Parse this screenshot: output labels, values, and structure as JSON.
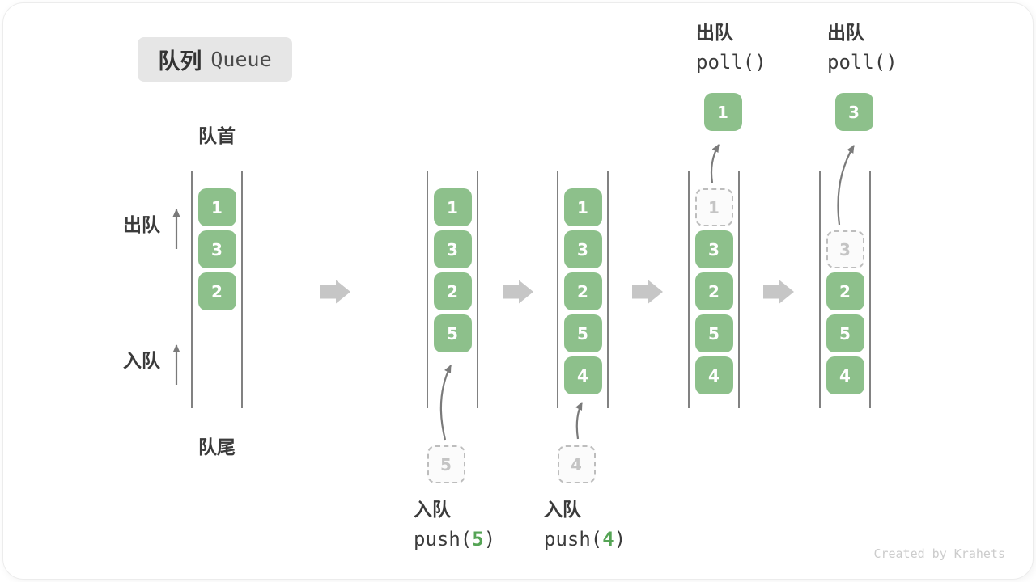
{
  "title": {
    "zh": "队列",
    "en": "Queue"
  },
  "side_labels": {
    "front": "队首",
    "rear": "队尾",
    "dequeue": "出队",
    "enqueue": "入队"
  },
  "watermark": "Created by Krahets",
  "colors": {
    "green": "#8dc08b",
    "arg_green": "#55a455",
    "block_arrow": "#c6c6c6",
    "thin_arrow": "#7a7a7a",
    "text_dark": "#3b3b3b",
    "dashed_border": "#bdbdbd",
    "dashed_text": "#c4c4c4"
  },
  "stages": [
    {
      "cells": [
        {
          "value": "1",
          "type": "filled"
        },
        {
          "value": "3",
          "type": "filled"
        },
        {
          "value": "2",
          "type": "filled"
        }
      ]
    },
    {
      "cells": [
        {
          "value": "1",
          "type": "filled"
        },
        {
          "value": "3",
          "type": "filled"
        },
        {
          "value": "2",
          "type": "filled"
        },
        {
          "value": "5",
          "type": "filled"
        }
      ],
      "pending": {
        "value": "5"
      },
      "op_bottom": {
        "label": "入队",
        "pre": "push(",
        "arg": "5",
        "post": ")"
      }
    },
    {
      "cells": [
        {
          "value": "1",
          "type": "filled"
        },
        {
          "value": "3",
          "type": "filled"
        },
        {
          "value": "2",
          "type": "filled"
        },
        {
          "value": "5",
          "type": "filled"
        },
        {
          "value": "4",
          "type": "filled"
        }
      ],
      "pending": {
        "value": "4"
      },
      "op_bottom": {
        "label": "入队",
        "pre": "push(",
        "arg": "4",
        "post": ")"
      }
    },
    {
      "cells": [
        {
          "value": "1",
          "type": "dashed"
        },
        {
          "value": "3",
          "type": "filled"
        },
        {
          "value": "2",
          "type": "filled"
        },
        {
          "value": "5",
          "type": "filled"
        },
        {
          "value": "4",
          "type": "filled"
        }
      ],
      "extracted": {
        "value": "1"
      },
      "op_top": {
        "label": "出队",
        "pre": "poll()",
        "arg": "",
        "post": ""
      }
    },
    {
      "cells": [
        {
          "value": "",
          "type": "empty"
        },
        {
          "value": "3",
          "type": "dashed"
        },
        {
          "value": "2",
          "type": "filled"
        },
        {
          "value": "5",
          "type": "filled"
        },
        {
          "value": "4",
          "type": "filled"
        }
      ],
      "extracted": {
        "value": "3"
      },
      "op_top": {
        "label": "出队",
        "pre": "poll()",
        "arg": "",
        "post": ""
      }
    }
  ]
}
